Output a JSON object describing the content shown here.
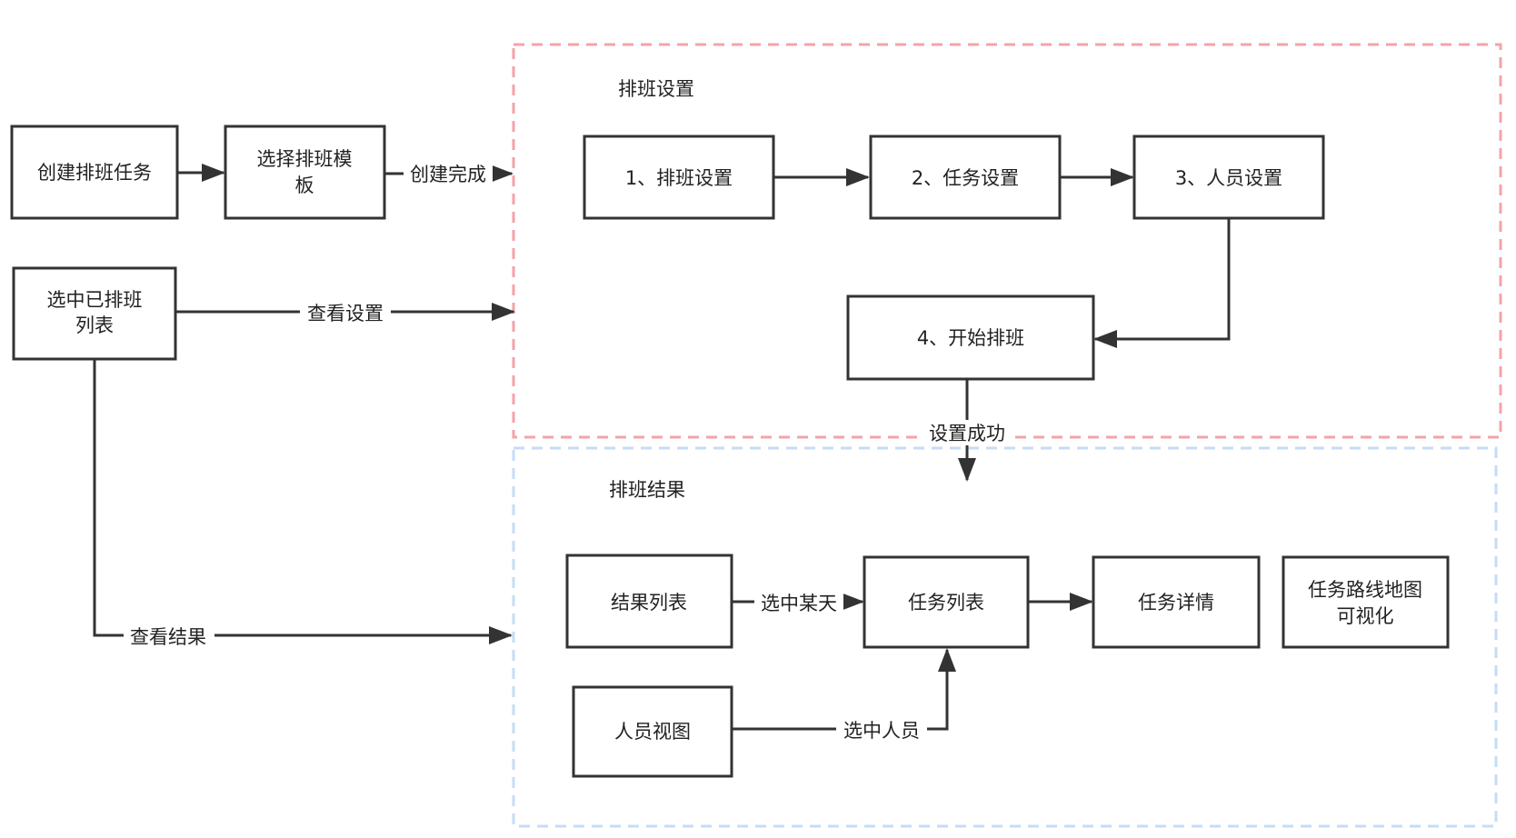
{
  "colors": {
    "box_border": "#333333",
    "group_setting_border": "#f4a3a8",
    "group_result_border": "#c6dcf5",
    "edge": "#333333"
  },
  "groups": {
    "setting": {
      "title": "排班设置"
    },
    "result": {
      "title": "排班结果"
    }
  },
  "nodes": {
    "create_task": [
      "创建排班任务"
    ],
    "choose_template": [
      "选择排班模",
      "板"
    ],
    "selected_list": [
      "选中已排班",
      "列表"
    ],
    "step1": [
      "1、排班设置"
    ],
    "step2": [
      "2、任务设置"
    ],
    "step3": [
      "3、人员设置"
    ],
    "step4": [
      "4、开始排班"
    ],
    "result_list": [
      "结果列表"
    ],
    "task_list": [
      "任务列表"
    ],
    "task_detail": [
      "任务详情"
    ],
    "route_map": [
      "任务路线地图",
      "可视化"
    ],
    "person_view": [
      "人员视图"
    ]
  },
  "edges": {
    "create_done": "创建完成",
    "view_setting": "查看设置",
    "view_result": "查看结果",
    "setting_success": "设置成功",
    "select_day": "选中某天",
    "select_person": "选中人员"
  }
}
